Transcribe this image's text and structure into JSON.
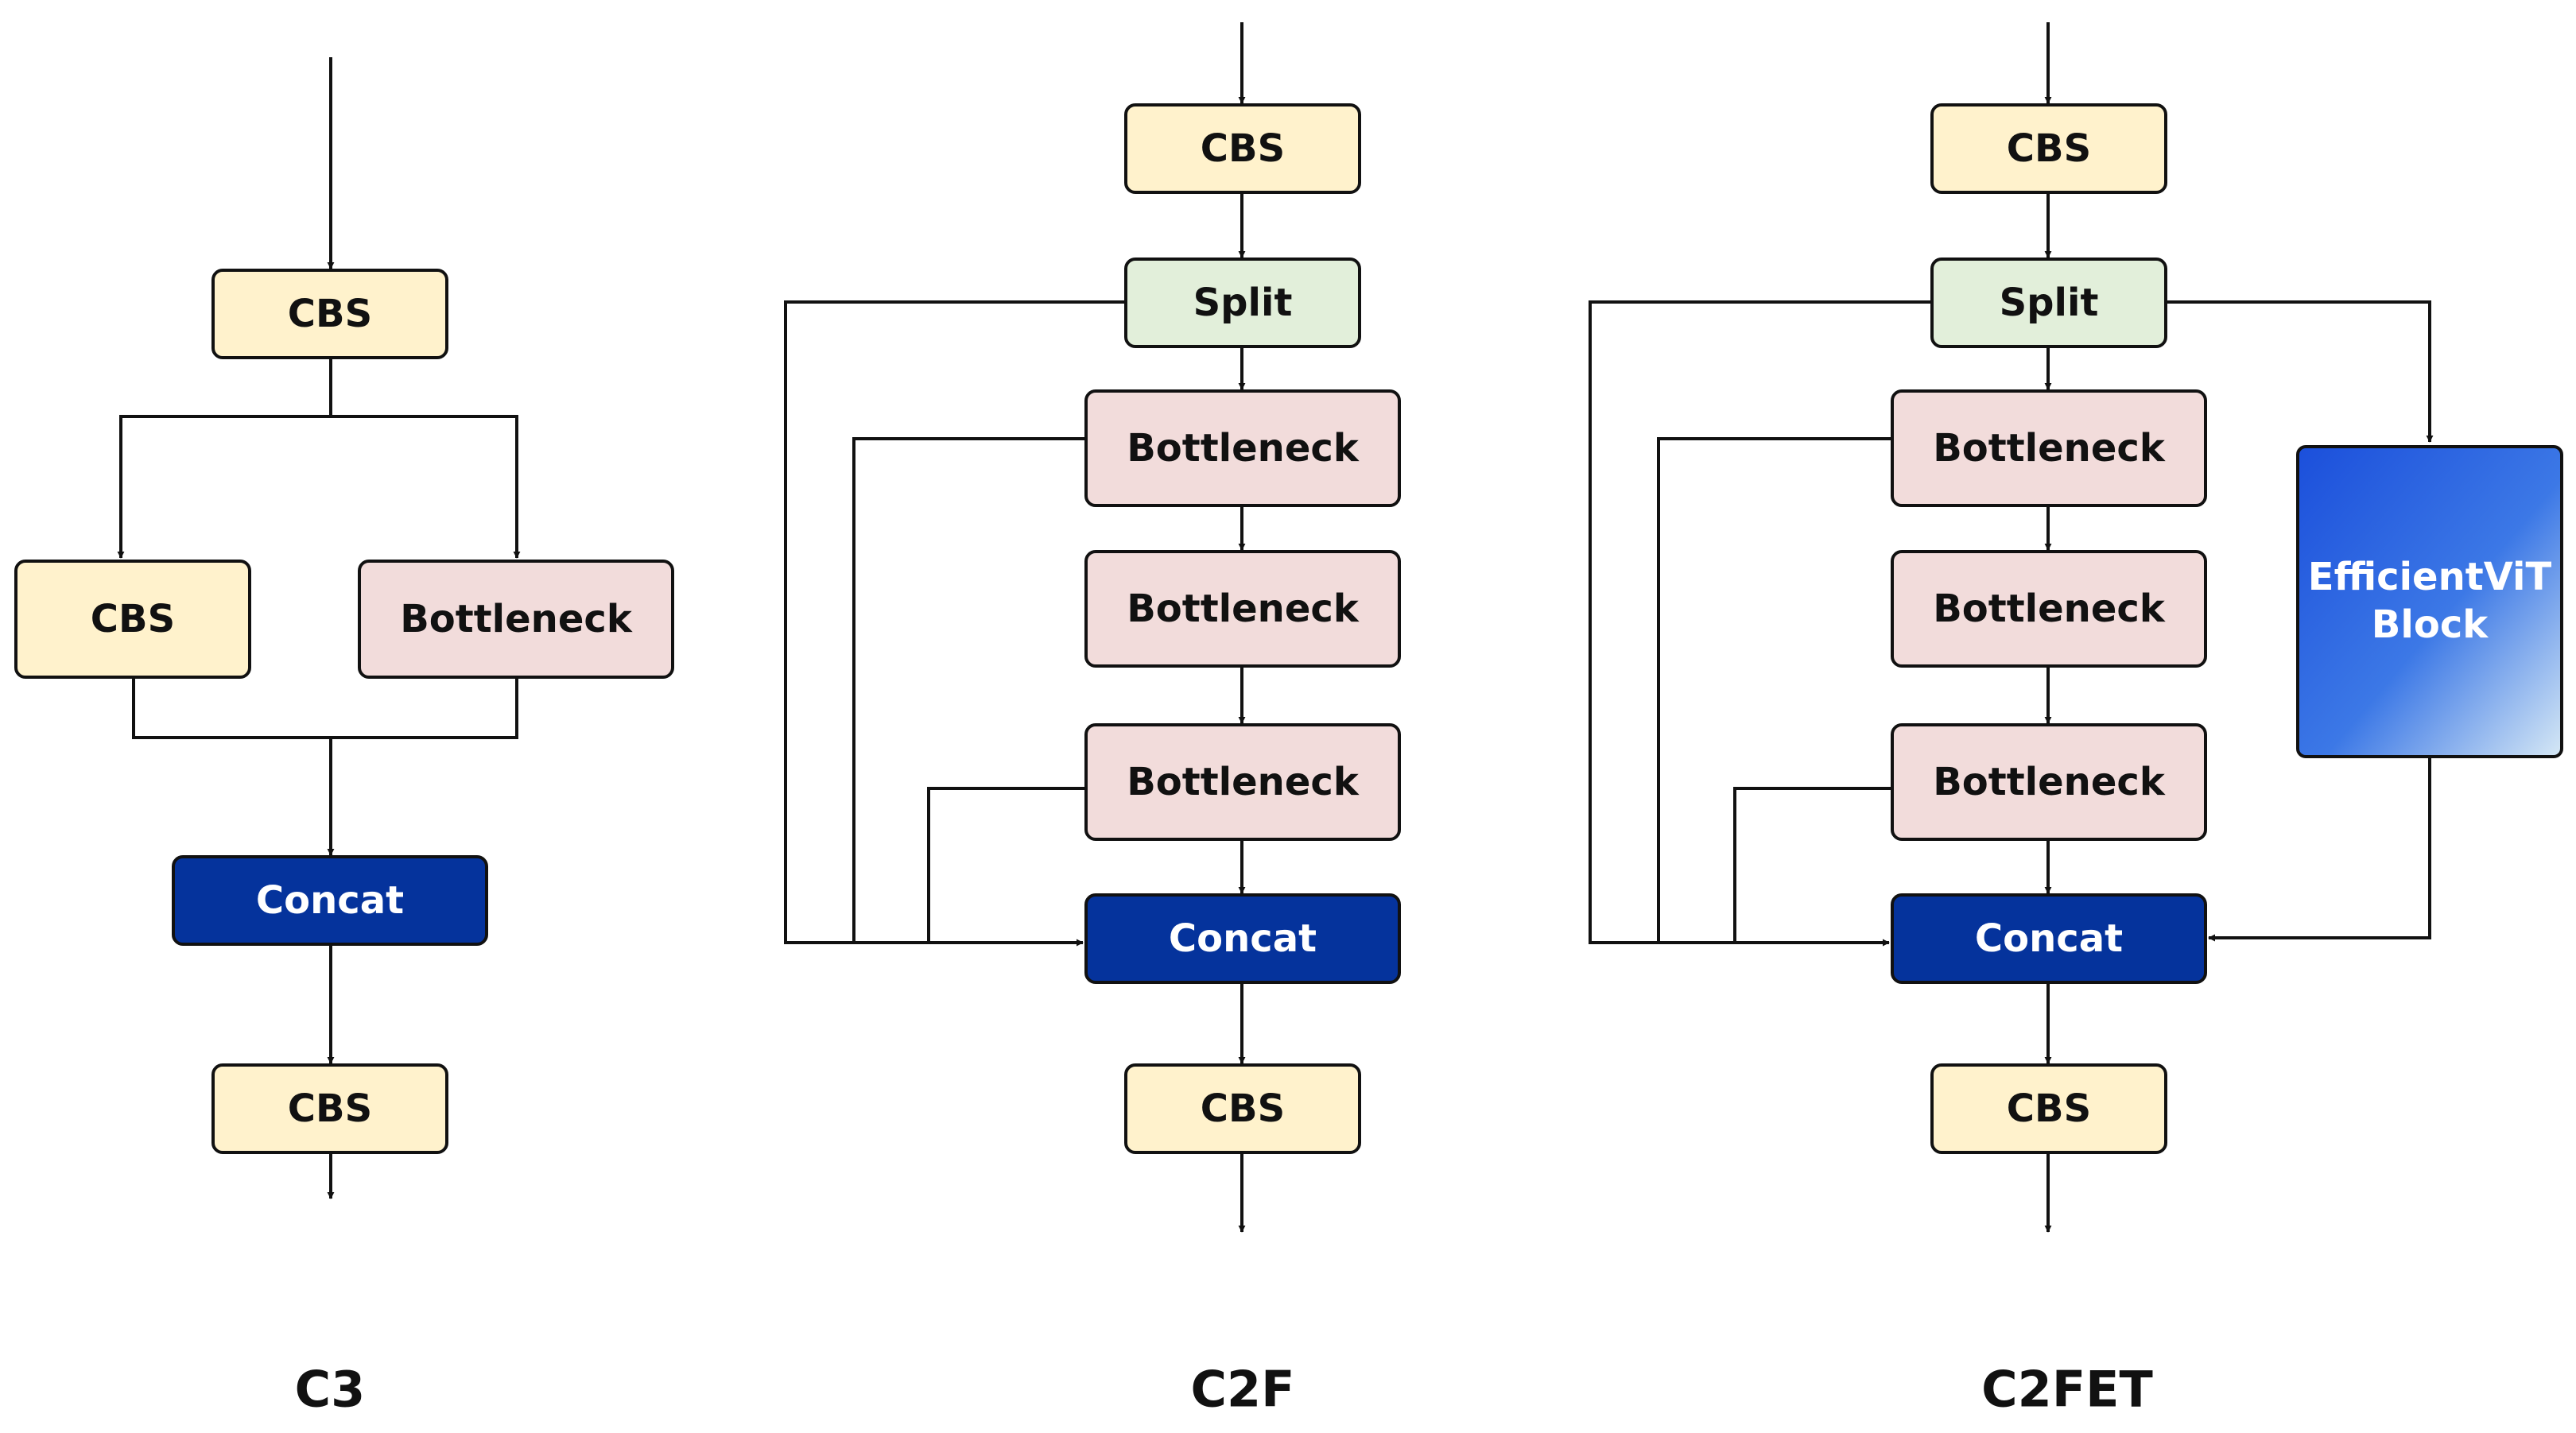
{
  "colors": {
    "cbs_fill": "#FFF2CC",
    "split_fill": "#E2EFDA",
    "bottleneck_fill": "#F2DCDB",
    "concat_fill": "#05339C",
    "effvit_fill_top": "#1F56E0",
    "effvit_fill_bottom": "#CFE2F3",
    "stroke": "#111111",
    "concat_text": "#FFFFFF"
  },
  "c3": {
    "caption": "C3",
    "cbs_top": "CBS",
    "cbs_left": "CBS",
    "bottleneck": "Bottleneck",
    "concat": "Concat",
    "cbs_bottom": "CBS"
  },
  "c2f": {
    "caption": "C2F",
    "cbs_top": "CBS",
    "split": "Split",
    "bottleneck_1": "Bottleneck",
    "bottleneck_2": "Bottleneck",
    "bottleneck_3": "Bottleneck",
    "concat": "Concat",
    "cbs_bottom": "CBS"
  },
  "c2fet": {
    "caption": "C2FET",
    "cbs_top": "CBS",
    "split": "Split",
    "bottleneck_1": "Bottleneck",
    "bottleneck_2": "Bottleneck",
    "bottleneck_3": "Bottleneck",
    "concat": "Concat",
    "cbs_bottom": "CBS",
    "effvit_line1": "EfficientViT",
    "effvit_line2": "Block"
  }
}
